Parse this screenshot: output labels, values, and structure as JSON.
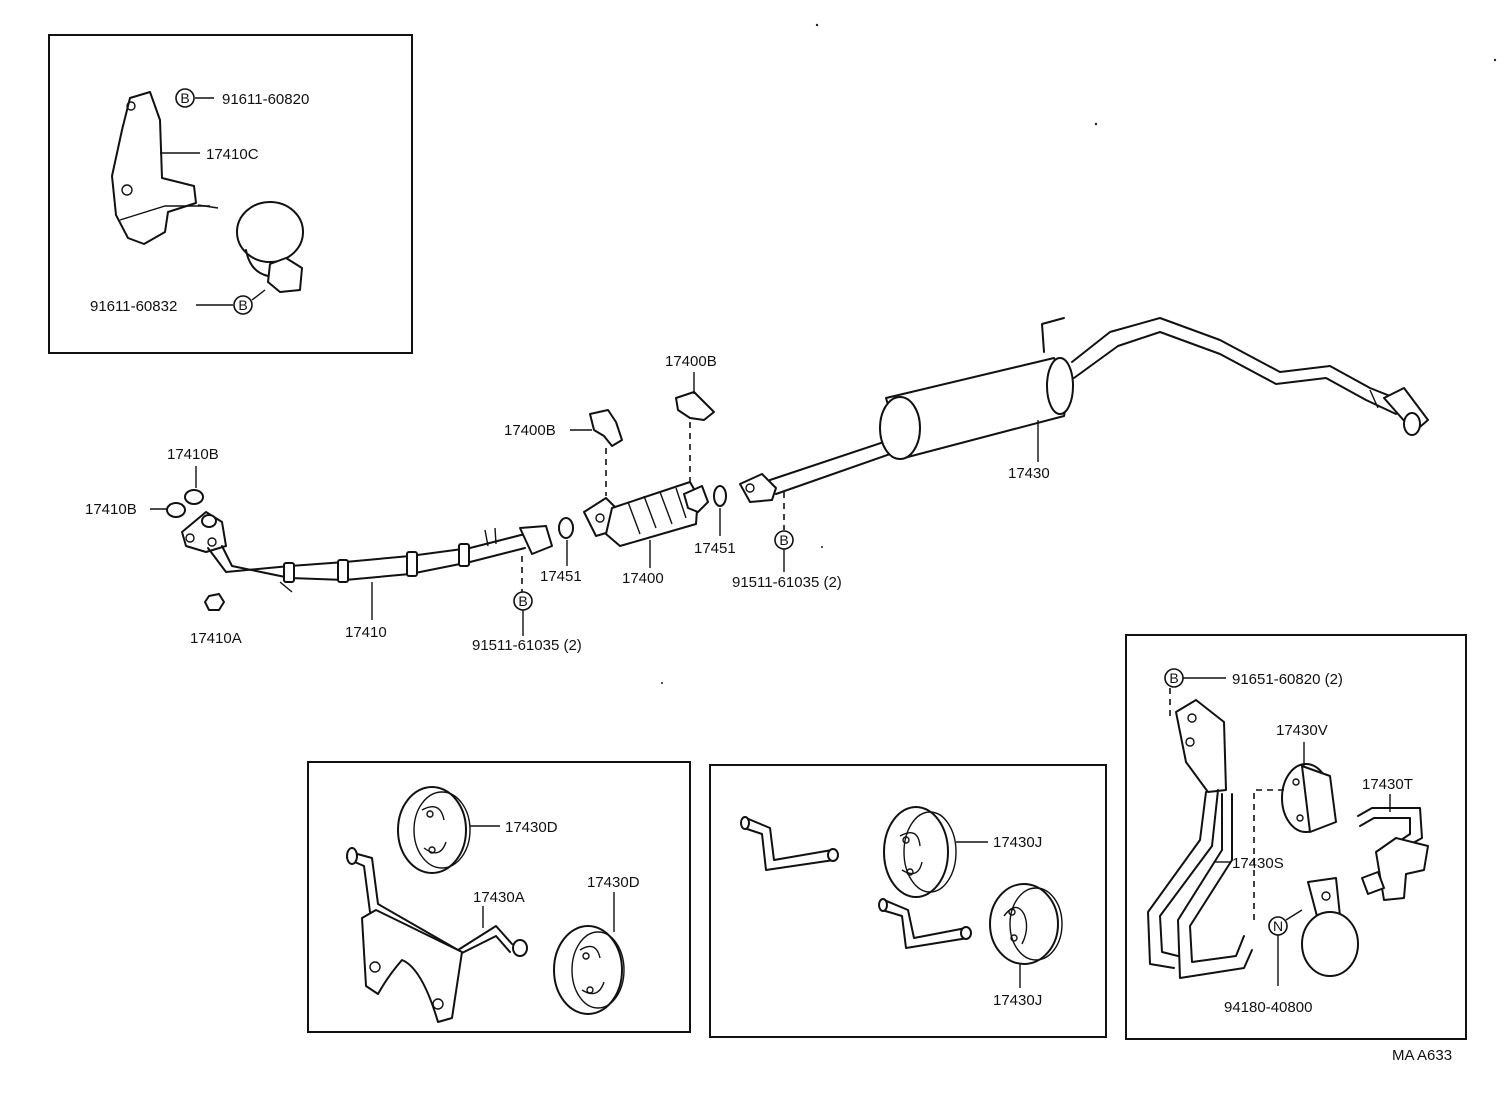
{
  "diagram_code": "MA A633",
  "callout_symbols": {
    "bolt": "B",
    "nut": "N"
  },
  "inset_top_left": {
    "bolt_upper": "91611-60820",
    "bracket": "17410C",
    "bolt_lower": "91611-60832"
  },
  "main": {
    "gasket_upper": "17410B",
    "gasket_lower": "17410B",
    "nut": "17410A",
    "front_pipe": "17410",
    "bolt_front": "91511-61035 (2)",
    "gasket_front": "17451",
    "converter": "17400",
    "bracket_left": "17400B",
    "bracket_right": "17400B",
    "gasket_rear": "17451",
    "bolt_rear": "91511-61035 (2)",
    "tail_pipe": "17430"
  },
  "inset_bottom_left": {
    "hanger_upper": "17430D",
    "bracket": "17430A",
    "hanger_lower": "17430D"
  },
  "inset_bottom_mid": {
    "hanger_upper": "17430J",
    "hanger_lower": "17430J"
  },
  "inset_bottom_right": {
    "bolt": "91651-60820 (2)",
    "hanger": "17430V",
    "stay": "17430T",
    "bracket": "17430S",
    "nut": "94180-40800"
  }
}
